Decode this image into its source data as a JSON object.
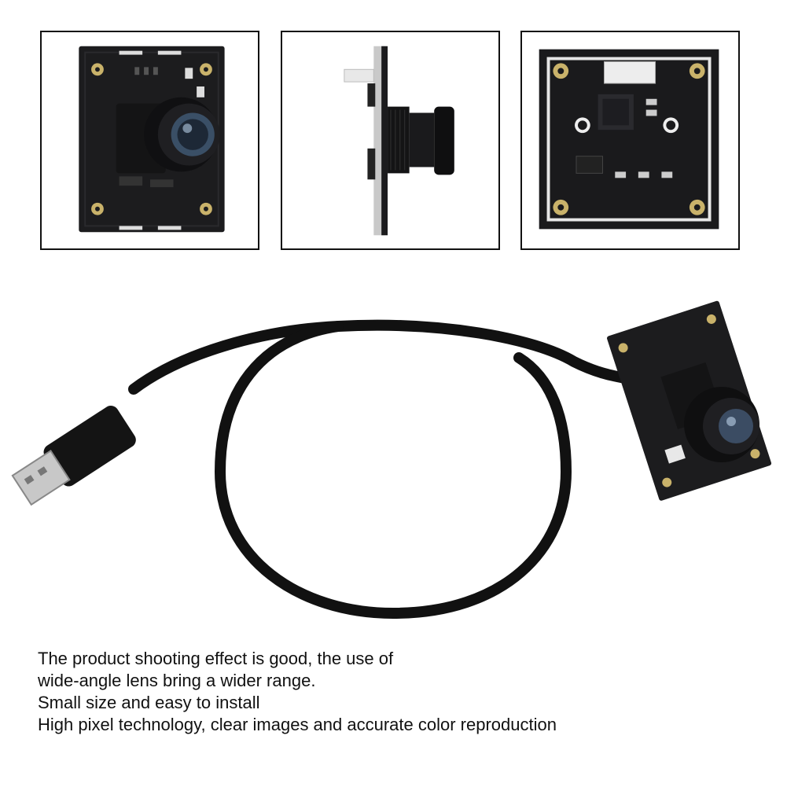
{
  "gallery": {
    "thumbnails": [
      {
        "subject": "camera-module-front-view"
      },
      {
        "subject": "camera-module-side-view"
      },
      {
        "subject": "camera-module-back-view"
      }
    ],
    "main_image": {
      "subject": "usb-camera-module-with-cable"
    }
  },
  "description": {
    "lines": [
      "The product shooting effect is good, the use of",
      "wide-angle lens bring a wider range.",
      "Small size and easy to install",
      "High pixel technology, clear images and accurate color reproduction"
    ]
  },
  "colors": {
    "pcb": "#1b1b1d",
    "pad": "#c9b26a",
    "cable": "#111111",
    "usb_metal": "#c8c8c8",
    "frame": "#111111"
  }
}
